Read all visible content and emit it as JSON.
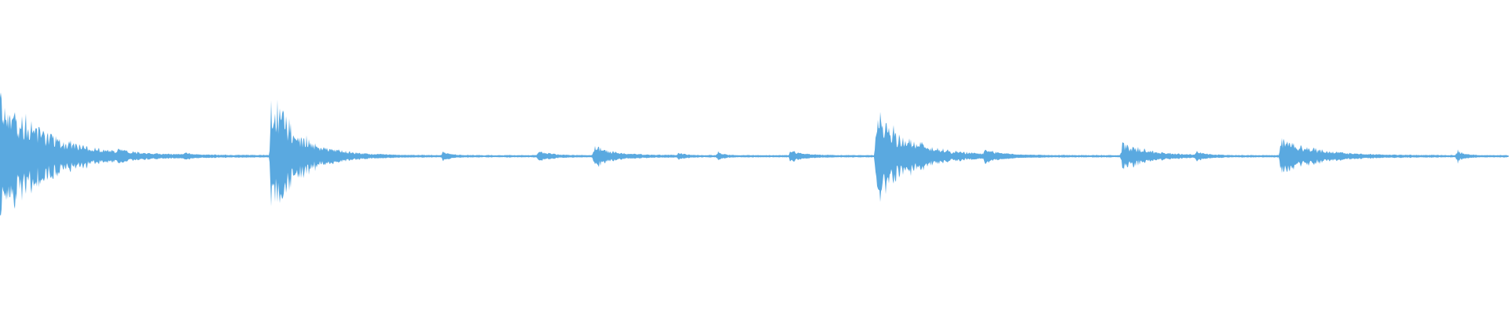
{
  "waveform": {
    "color": "#5aa9e0",
    "baseline_amplitude": 0.006,
    "bursts": [
      {
        "position": 0.0,
        "peak": 0.5,
        "decay": 0.03
      },
      {
        "position": 0.079,
        "peak": 0.02,
        "decay": 0.004
      },
      {
        "position": 0.123,
        "peak": 0.02,
        "decay": 0.004
      },
      {
        "position": 0.18,
        "peak": 0.46,
        "decay": 0.018
      },
      {
        "position": 0.294,
        "peak": 0.04,
        "decay": 0.004
      },
      {
        "position": 0.357,
        "peak": 0.04,
        "decay": 0.008
      },
      {
        "position": 0.394,
        "peak": 0.08,
        "decay": 0.014
      },
      {
        "position": 0.45,
        "peak": 0.025,
        "decay": 0.004
      },
      {
        "position": 0.476,
        "peak": 0.025,
        "decay": 0.004
      },
      {
        "position": 0.524,
        "peak": 0.045,
        "decay": 0.008
      },
      {
        "position": 0.581,
        "peak": 0.34,
        "decay": 0.022
      },
      {
        "position": 0.653,
        "peak": 0.05,
        "decay": 0.008
      },
      {
        "position": 0.744,
        "peak": 0.11,
        "decay": 0.016
      },
      {
        "position": 0.793,
        "peak": 0.03,
        "decay": 0.006
      },
      {
        "position": 0.849,
        "peak": 0.14,
        "decay": 0.022
      },
      {
        "position": 0.966,
        "peak": 0.045,
        "decay": 0.004
      }
    ]
  }
}
